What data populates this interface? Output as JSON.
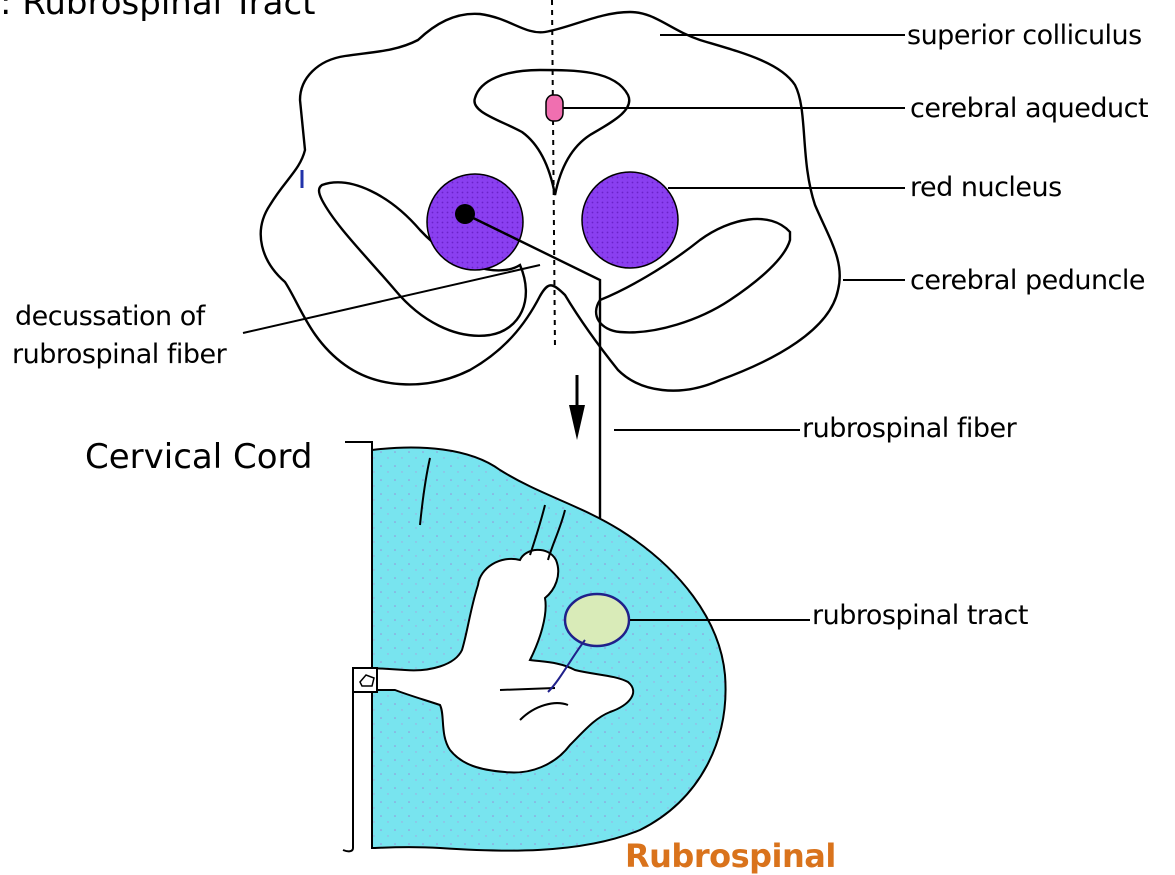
{
  "diagram": {
    "title_partial": ": Rubrospinal Tract",
    "section_label": "Cervical Cord",
    "labels": {
      "superior_colliculus": "superior colliculus",
      "cerebral_aqueduct": "cerebral aqueduct",
      "red_nucleus": "red nucleus",
      "cerebral_peduncle": "cerebral peduncle",
      "decussation_line1": "decussation of",
      "decussation_line2": "rubrospinal fiber",
      "rubrospinal_fiber": "rubrospinal fiber",
      "rubrospinal_tract": "rubrospinal tract"
    },
    "footer_partial": "Rubrospinal"
  },
  "colors": {
    "red_nucleus": "#8a3ff0",
    "aqueduct": "#f06fb0",
    "cord_white_matter": "#78e4ef",
    "tract": "#d9ebb8",
    "footer_text": "#d9731c",
    "outline": "#000000"
  }
}
